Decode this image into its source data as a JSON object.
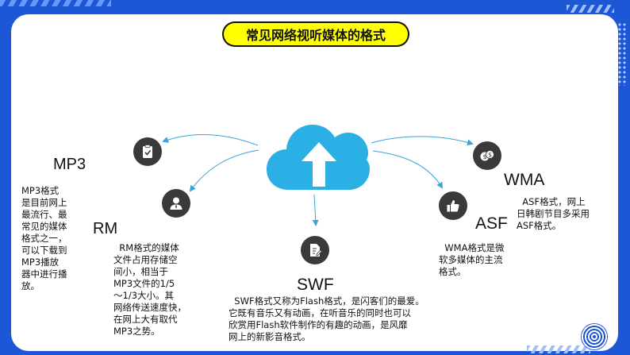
{
  "title": "常见网络视听媒体的格式",
  "icons": {
    "mp3": "clipboard-check-icon",
    "rm": "user-icon",
    "swf": "document-pen-icon",
    "wma": "dollar-coins-icon",
    "asf": "thumbs-up-icon",
    "cloud": "cloud-upload-icon"
  },
  "colors": {
    "background": "#1c58d6",
    "title_bg": "#ffff00",
    "cloud": "#2ab0e5",
    "icon_circle": "#3a3a3a",
    "arrow": "#3aa3d8"
  },
  "formats": {
    "mp3": {
      "name": "MP3",
      "lines": [
        "MP3格式",
        "是目前网上",
        "最流行、最",
        "常见的媒体",
        "格式之一，",
        "可以下载到",
        "MP3播放",
        "器中进行播",
        "放。"
      ]
    },
    "rm": {
      "name": "RM",
      "lines": [
        "  RM格式的媒体",
        "文件占用存储空",
        "间小，相当于",
        "MP3文件的1/5",
        "～1/3大小。其",
        "网络传送速度快，",
        "在网上大有取代",
        "MP3之势。"
      ]
    },
    "swf": {
      "name": "SWF",
      "lines": [
        "  SWF格式又称为Flash格式，是闪客们的最爱。",
        "它既有音乐又有动画，在听音乐的同时也可以",
        "欣赏用Flash软件制作的有趣的动画，是风靡",
        "网上的新影音格式。"
      ]
    },
    "wma": {
      "name": "WMA",
      "lines": [
        "  ASF格式，网上",
        "日韩剧节目多采用",
        "ASF格式。"
      ]
    },
    "asf": {
      "name": "ASF",
      "lines": [
        "  WMA格式是微",
        "软多媒体的主流",
        "格式。"
      ]
    }
  }
}
